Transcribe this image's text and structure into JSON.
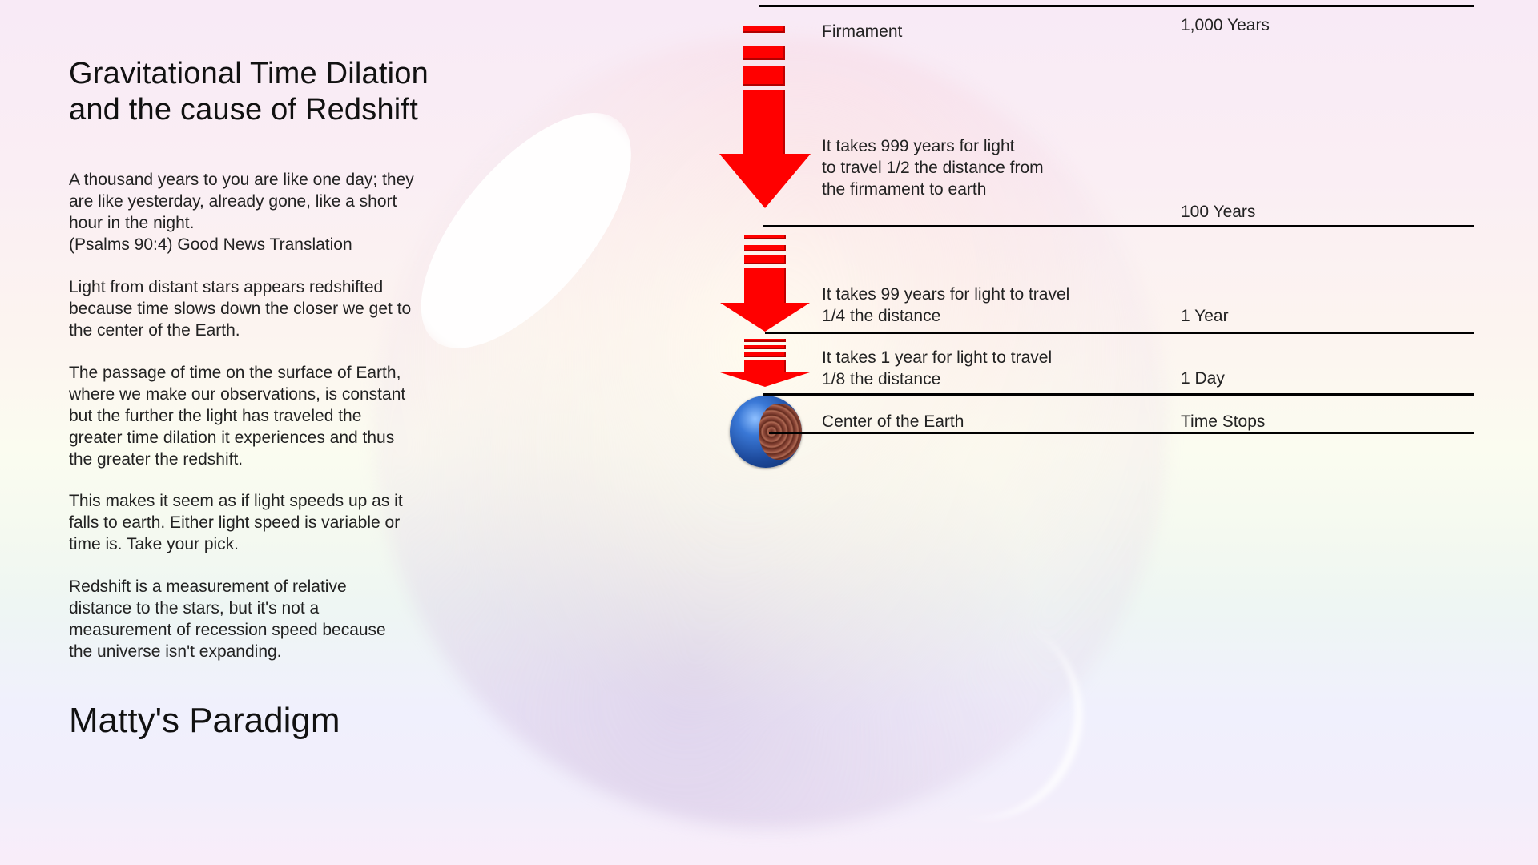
{
  "left_panel": {
    "title_line1": "Gravitational Time Dilation",
    "title_line2": "and the cause of Redshift",
    "paragraphs": [
      "A thousand years to you are like one day; they\nare like yesterday, already gone, like a short\nhour in the night.\n(Psalms 90:4) Good News Translation",
      "Light from distant stars appears redshifted\nbecause time slows down the closer we get to\nthe center of the Earth.",
      "The passage of time on the surface of Earth,\nwhere we make our observations, is constant\nbut the further the light has traveled the\ngreater time dilation it experiences and thus\nthe greater the redshift.",
      "This makes it seem as if light speeds up as it\nfalls to earth. Either light speed is variable or\ntime is. Take your pick.",
      "Redshift is a measurement of relative\ndistance to the stars, but it's not a\nmeasurement of recession speed because\nthe universe isn't expanding."
    ],
    "signature": "Matty's Paradigm"
  },
  "diagram": {
    "levels": [
      {
        "name": "Firmament",
        "time": "1,000 Years"
      },
      {
        "name": "",
        "time": "100 Years"
      },
      {
        "name": "",
        "time": "1 Year"
      },
      {
        "name": "",
        "time": "1 Day"
      },
      {
        "name": "Center of the Earth",
        "time": "Time Stops"
      }
    ],
    "descriptions": [
      "It takes 999 years for light\nto travel 1/2 the distance from\nthe firmament to earth",
      "It takes 99 years for light to travel\n1/4 the distance",
      "It takes 1 year for light to travel\n1/8 the distance"
    ],
    "icons": {
      "arrow": "red-down-arrow-icon",
      "earth": "earth-cutaway-icon",
      "bubble": "iridescent-bubble"
    },
    "colors": {
      "arrow": "#ff0000",
      "line": "#000000",
      "text": "#222222"
    }
  }
}
